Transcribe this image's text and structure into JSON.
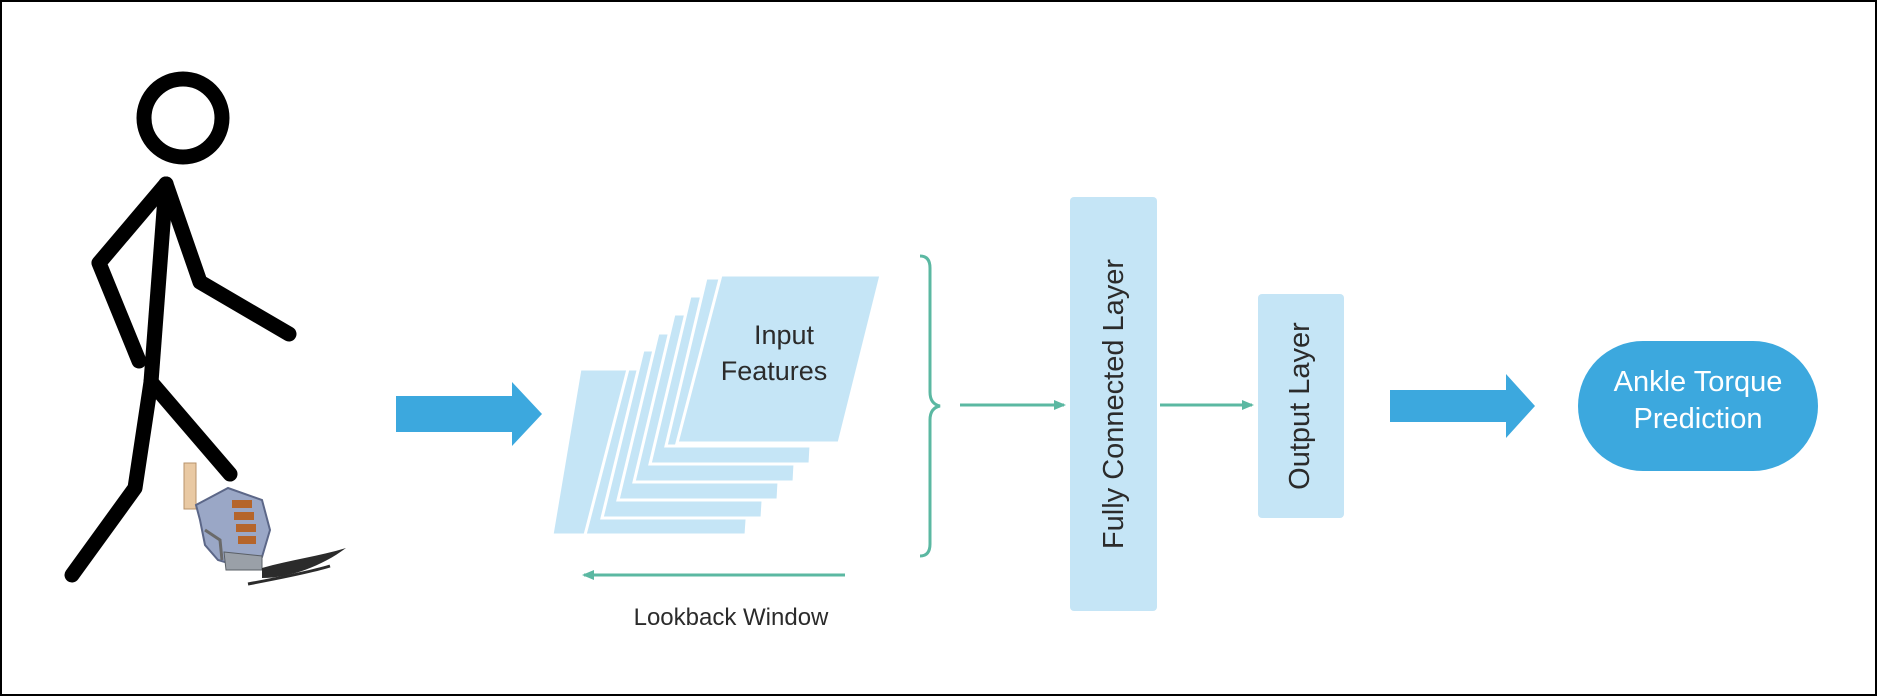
{
  "diagram": {
    "input_features_label_line1": "Input",
    "input_features_label_line2": "Features",
    "lookback_window_label": "Lookback Window",
    "fully_connected_layer_label": "Fully Connected Layer",
    "output_layer_label": "Output Layer",
    "prediction_label_line1": "Ankle Torque",
    "prediction_label_line2": "Prediction"
  },
  "colors": {
    "big_arrow": "#3ca8de",
    "layer_fill": "#c5e5f6",
    "connector_green": "#5bb8a2",
    "prediction_fill": "#3ca8de",
    "stick_figure": "#000000"
  },
  "icons": {
    "walker": "stick-figure-walking-icon",
    "prosthesis": "ankle-prosthesis-icon"
  }
}
